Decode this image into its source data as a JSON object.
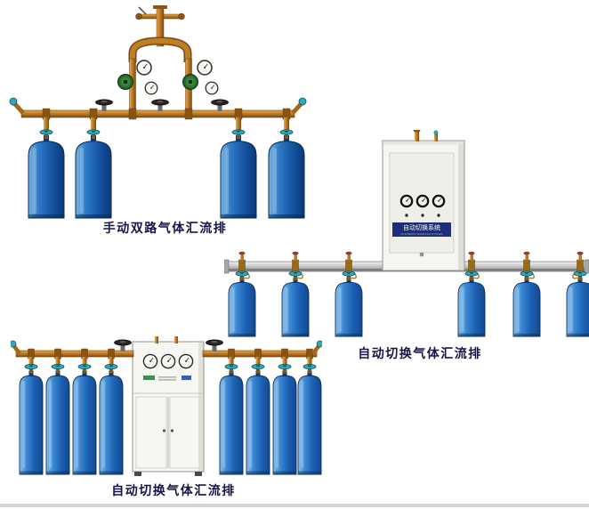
{
  "page": {
    "background_color": "#ffffff"
  },
  "products": [
    {
      "type": "manual-dual-manifold",
      "caption": "手动双路气体汇流排",
      "cylinder_count": 4
    },
    {
      "type": "auto-switch-manifold-wall-cabinet",
      "caption": "自动切换气体汇流排",
      "cylinder_count": 6,
      "cabinet_label": "自动切换系统",
      "cabinet_sublabel": "AUTOMATIC MANIFOLD SYSTEM"
    },
    {
      "type": "auto-switch-manifold-floor-cabinet",
      "caption": "自动切换气体汇流排",
      "cylinder_count": 8
    }
  ],
  "colors": {
    "cylinder_blue": "#1a5cae",
    "brass_pipe": "#b97823",
    "teal_valve": "#2fa8bd",
    "regulator_green": "#2e7d32",
    "rail_silver": "#c6c6c6",
    "cabinet_panel": "#f5f5f1",
    "caption_text": "#151547"
  }
}
